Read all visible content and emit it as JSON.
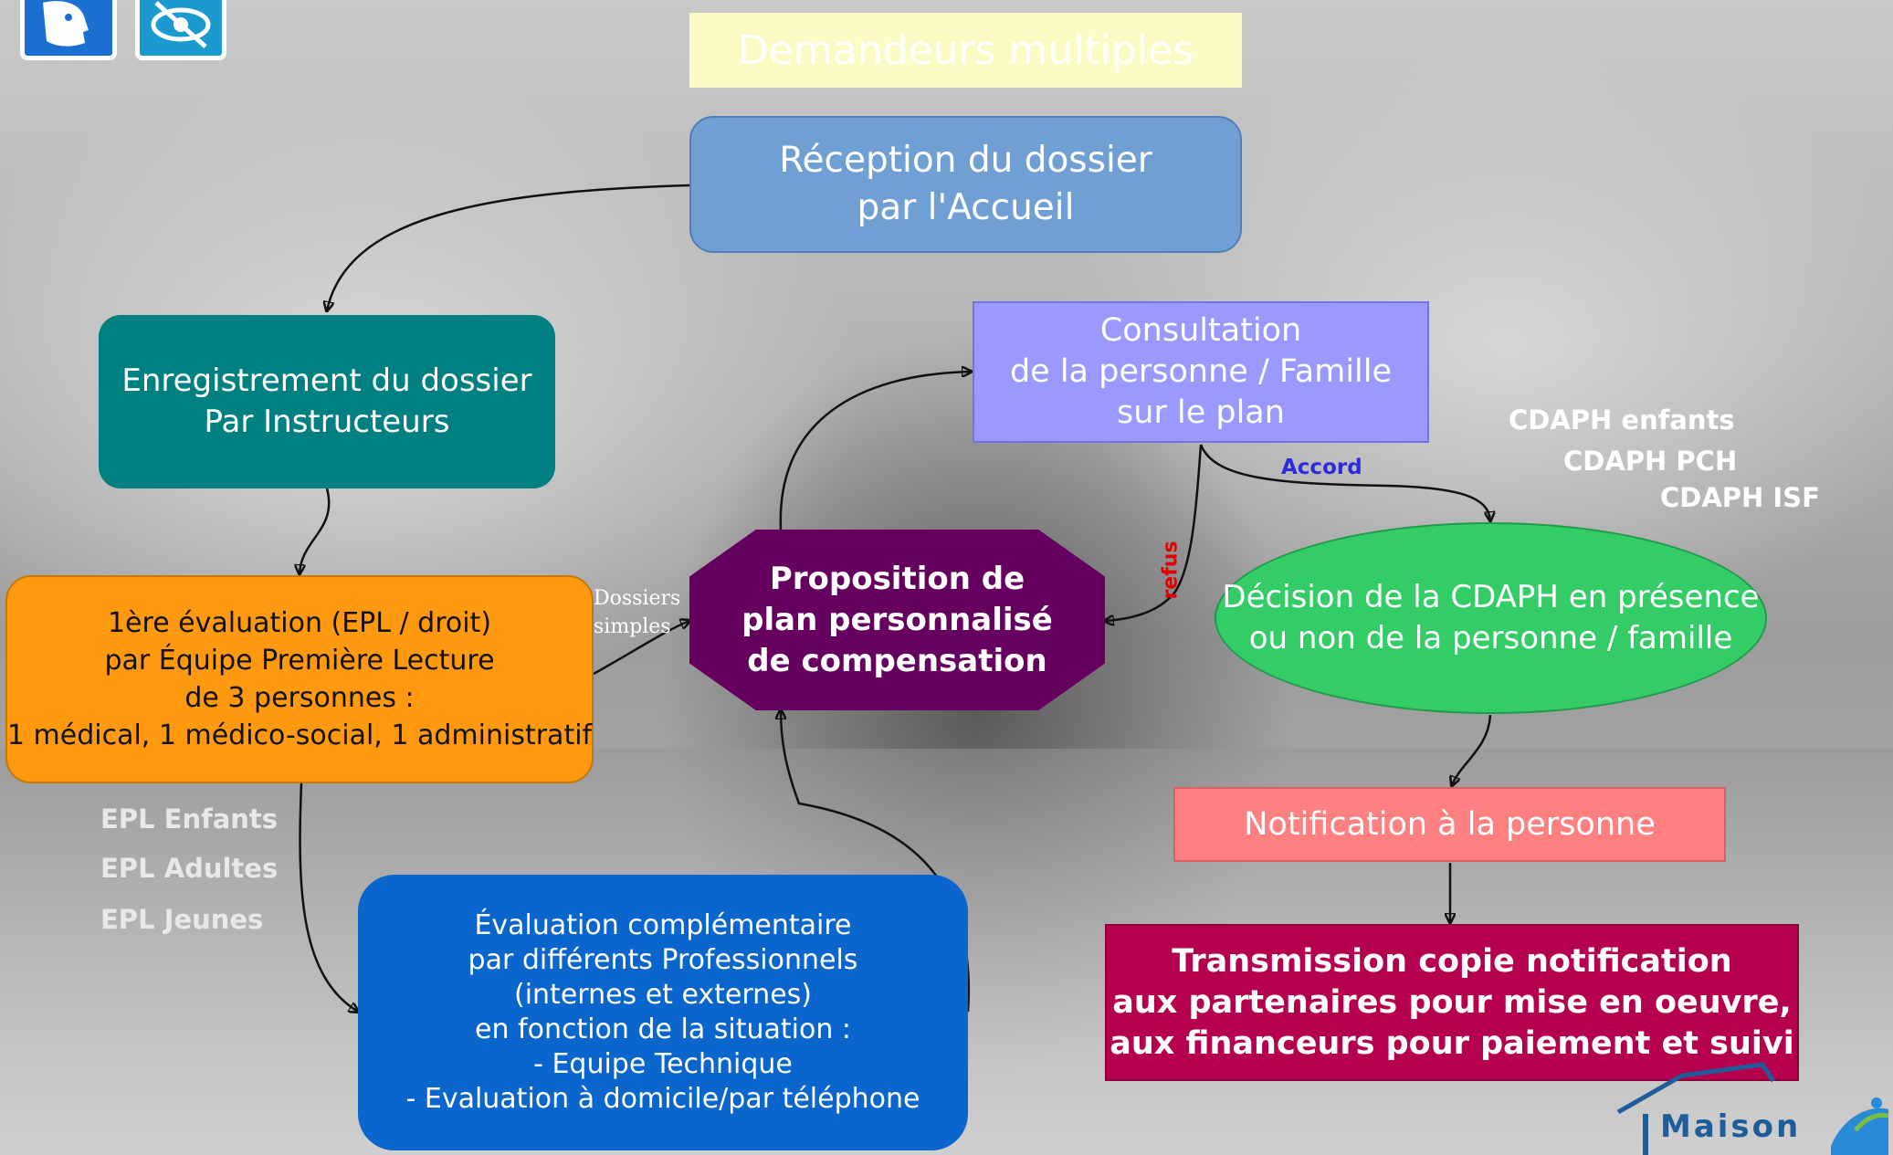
{
  "header": {
    "title": "Demandeurs multiples"
  },
  "nodes": {
    "reception": [
      "Réception du dossier",
      "par l'Accueil"
    ],
    "enregistrement": [
      "Enregistrement du dossier",
      "Par Instructeurs"
    ],
    "evaluation1": [
      "1ère évaluation (EPL / droit)",
      "par Équipe Première Lecture",
      "de 3 personnes :",
      "1 médical, 1 médico-social, 1 administratif"
    ],
    "consultation": [
      "Consultation",
      "de la personne / Famille",
      "sur le plan"
    ],
    "proposition": [
      "Proposition de",
      "plan personnalisé",
      "de compensation"
    ],
    "decision": [
      "Décision de la CDAPH en présence",
      "ou non de la personne / famille"
    ],
    "notification": [
      "Notification à la personne"
    ],
    "transmission": [
      "Transmission copie notification",
      "aux partenaires pour mise en oeuvre,",
      "aux financeurs pour paiement et suivi"
    ],
    "evaluation2": [
      "Évaluation complémentaire",
      "par différents Professionnels",
      "(internes et externes)",
      "en fonction de la situation :",
      "- Equipe Technique",
      "- Evaluation à domicile/par téléphone"
    ]
  },
  "labels": {
    "dossiers_simples": [
      "Dossiers",
      "simples"
    ],
    "accord": "Accord",
    "refus": "refus",
    "epl": [
      "EPL Enfants",
      "EPL Adultes",
      "EPL Jeunes"
    ],
    "cdaph": [
      "CDAPH enfants",
      "CDAPH PCH",
      "CDAPH ISF"
    ]
  },
  "logo": {
    "text": "Maison"
  },
  "icons": [
    "face-profile-icon",
    "eye-crossed-icon"
  ],
  "colors": {
    "title_bg": "#fdfbc4",
    "title_text": "#ffffff",
    "reception": "#6f9fd3",
    "enregistrement": "#008080",
    "evaluation1": "#ff9a10",
    "consultation": "#9999ff",
    "proposition": "#66005e",
    "decision": "#33cc66",
    "notification": "#ff8080",
    "transmission": "#b4004d",
    "evaluation2": "#0a66cc",
    "accord": "#2b2bdc",
    "refus": "#e00000"
  }
}
